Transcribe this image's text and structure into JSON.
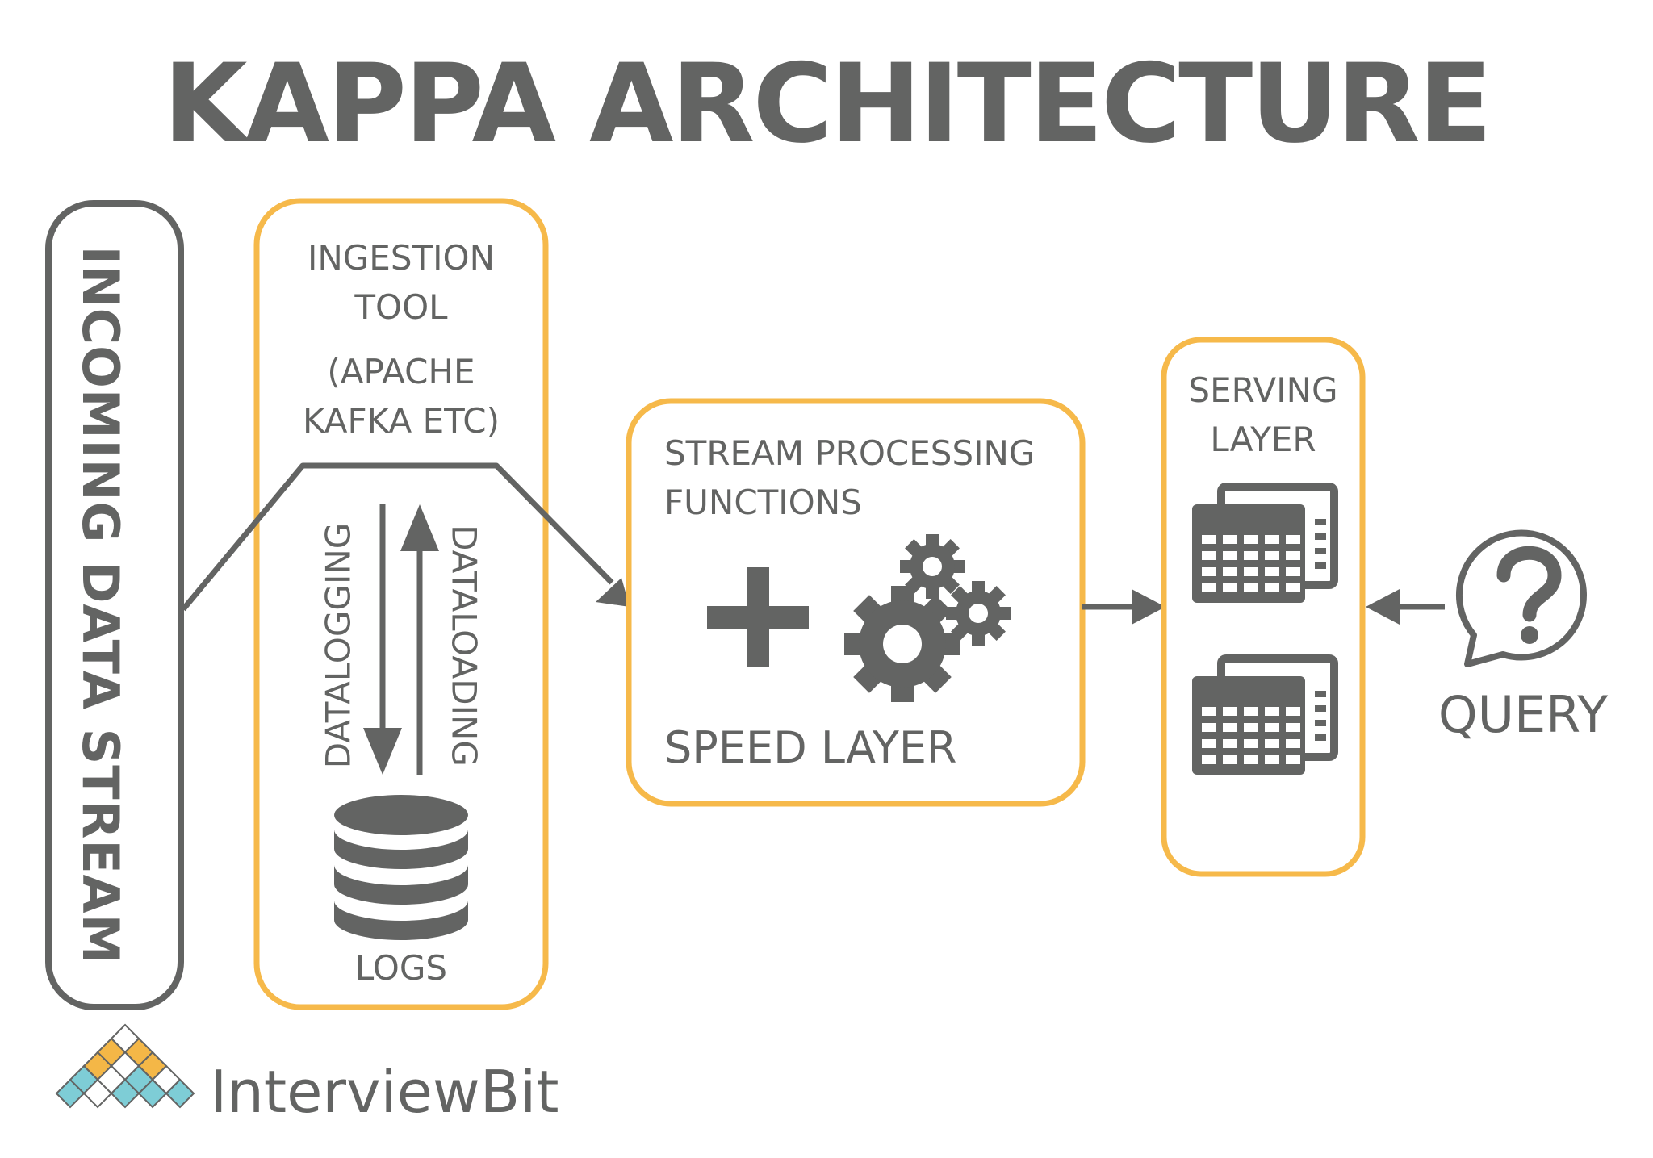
{
  "colors": {
    "gray": "#636463",
    "orange": "#f6b94a",
    "teal": "#7ecdd6",
    "logo_orange": "#f4b747"
  },
  "title": "KAPPA ARCHITECTURE",
  "incoming": {
    "label": "INCOMING DATA STREAM"
  },
  "ingestion": {
    "line1": "INGESTION",
    "line2": "TOOL",
    "line3": "(APACHE",
    "line4": "KAFKA ETC)",
    "datalogging": "DATALOGGING",
    "dataloading": "DATALOADING",
    "logs_label": "LOGS",
    "icons": {
      "database": "database-icon"
    }
  },
  "speed": {
    "line1": "STREAM PROCESSING",
    "line2": "FUNCTIONS",
    "label": "SPEED LAYER",
    "icons": {
      "plus": "plus-icon",
      "gears": "gears-icon"
    }
  },
  "serving": {
    "line1": "SERVING",
    "line2": "LAYER",
    "icons": {
      "table": "table-icon"
    }
  },
  "query": {
    "label": "QUERY",
    "icon": "question-bubble-icon"
  },
  "brand": {
    "name": "InterviewBit",
    "icon": "interviewbit-logo-icon"
  }
}
